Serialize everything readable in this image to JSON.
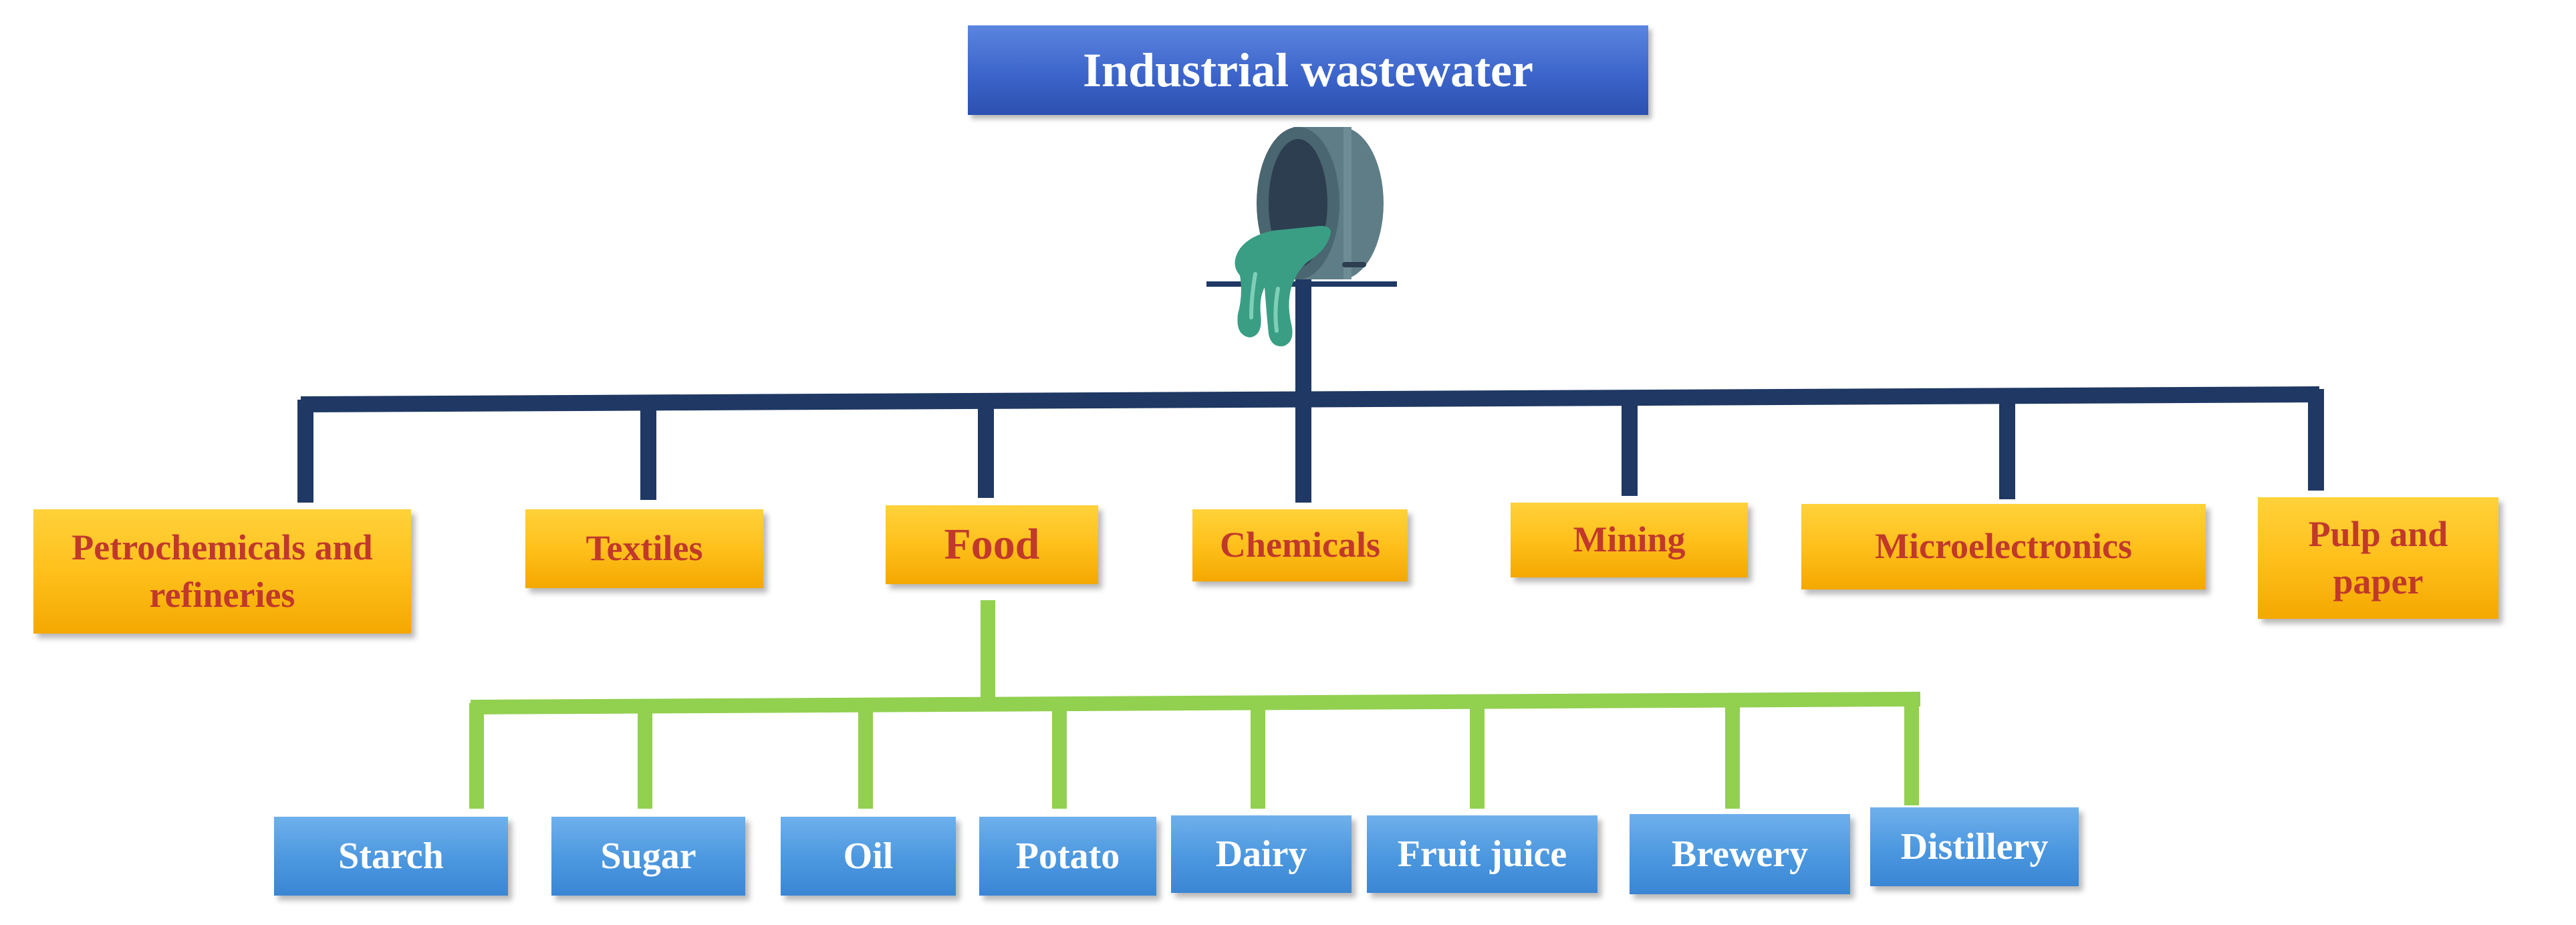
{
  "title": "Industrial wastewater",
  "categories": [
    {
      "label": "Petrochemicals and refineries"
    },
    {
      "label": "Textiles"
    },
    {
      "label": "Food"
    },
    {
      "label": "Chemicals"
    },
    {
      "label": "Mining"
    },
    {
      "label": "Microelectronics"
    },
    {
      "label": "Pulp and paper"
    }
  ],
  "food_subcategories": [
    {
      "label": "Starch"
    },
    {
      "label": "Sugar"
    },
    {
      "label": "Oil"
    },
    {
      "label": "Potato"
    },
    {
      "label": "Dairy"
    },
    {
      "label": "Fruit juice"
    },
    {
      "label": "Brewery"
    },
    {
      "label": "Distillery"
    }
  ],
  "colors": {
    "title_box": "#3a62c8",
    "category_box": "#ffc01c",
    "category_text": "#c0392b",
    "subcategory_box": "#4b97df",
    "main_connector": "#1f3864",
    "food_connector": "#92d050",
    "pipe": "#5a6e78",
    "liquid": "#3a9e84"
  },
  "icons": [
    "wastewater-pipe-icon"
  ]
}
